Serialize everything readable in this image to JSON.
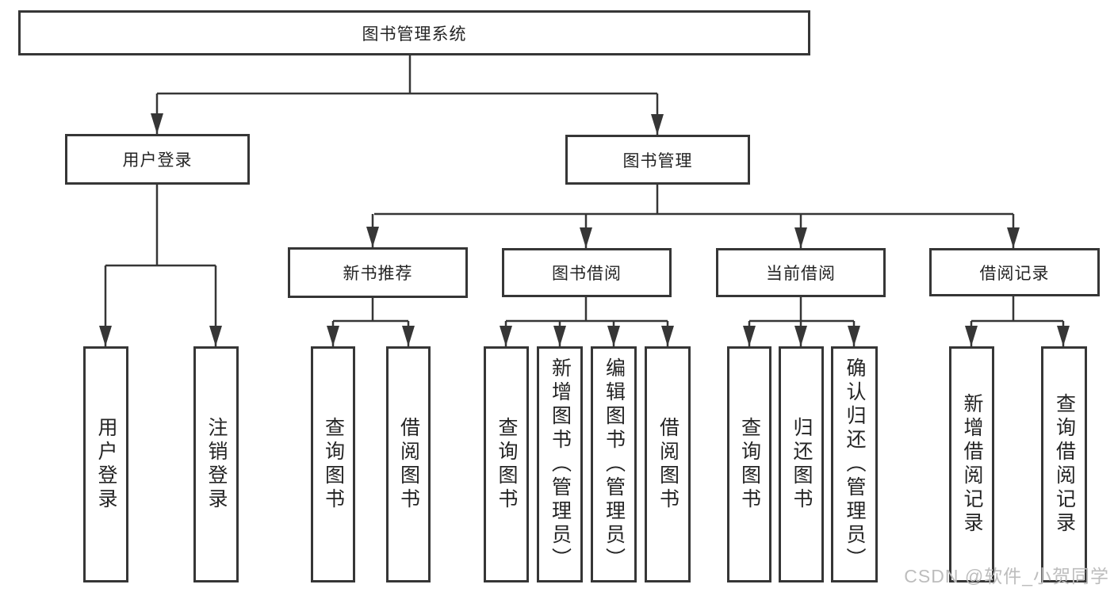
{
  "diagram": {
    "root": {
      "label": "图书管理系统"
    },
    "branches": [
      {
        "label": "用户登录",
        "children": [
          {
            "label": "用户登录"
          },
          {
            "label": "注销登录"
          }
        ]
      },
      {
        "label": "图书管理",
        "children": [
          {
            "label": "新书推荐",
            "children": [
              {
                "label": "查询图书"
              },
              {
                "label": "借阅图书"
              }
            ]
          },
          {
            "label": "图书借阅",
            "children": [
              {
                "label": "查询图书"
              },
              {
                "label": "新增图书（管理员）"
              },
              {
                "label": "编辑图书（管理员）"
              },
              {
                "label": "借阅图书"
              }
            ]
          },
          {
            "label": "当前借阅",
            "children": [
              {
                "label": "查询图书"
              },
              {
                "label": "归还图书"
              },
              {
                "label": "确认归还（管理员）"
              }
            ]
          },
          {
            "label": "借阅记录",
            "children": [
              {
                "label": "新增借阅记录"
              },
              {
                "label": "查询借阅记录"
              }
            ]
          }
        ]
      }
    ]
  },
  "watermark": {
    "text": "CSDN @软件_小贺同学"
  },
  "colors": {
    "line": "#363636",
    "text": "#242424",
    "watermark": "#bdbdbd",
    "background": "#ffffff"
  }
}
